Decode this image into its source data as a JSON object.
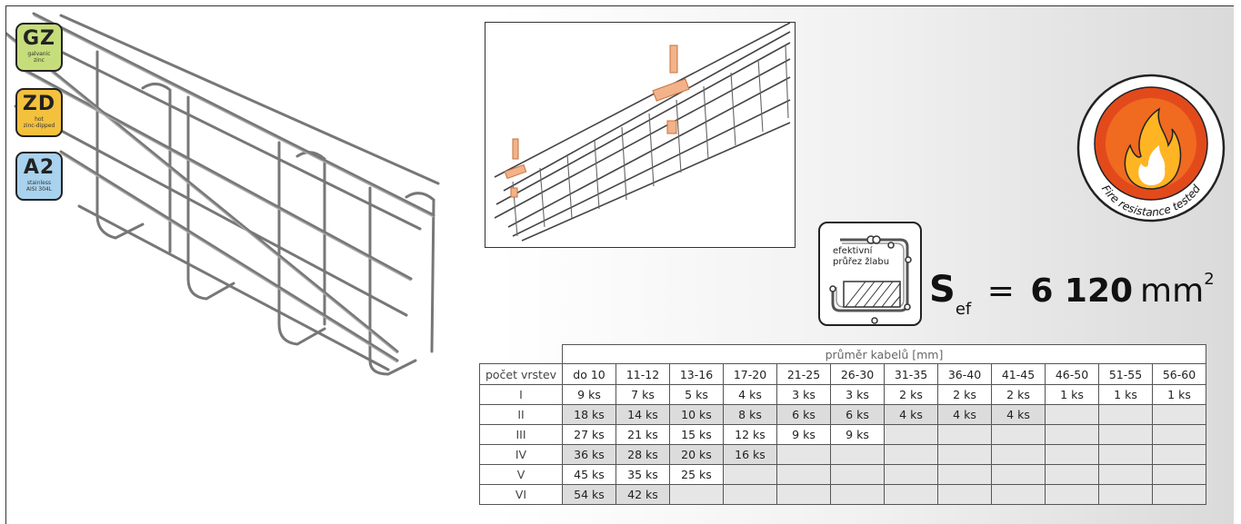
{
  "badges": [
    {
      "code": "GZ",
      "sub1": "galvanic",
      "sub2": "zinc",
      "color": "#c6dd7b"
    },
    {
      "code": "ZD",
      "sub1": "hot",
      "sub2": "zinc-dipped",
      "color": "#f4c13d"
    },
    {
      "code": "A2",
      "sub1": "stainless",
      "sub2": "AISI 304L",
      "color": "#a8d2ee"
    }
  ],
  "fire_badge": {
    "text": "Fire resistance tested",
    "ring": "#e24a1c"
  },
  "section_icon": {
    "line1": "efektivní",
    "line2": "průřez žlabu"
  },
  "sef": {
    "symbol": "S",
    "subscript": "ef",
    "equals": "=",
    "value": "6 120",
    "unit": "mm",
    "power": "2"
  },
  "table": {
    "title": "průměr kabelů [mm]",
    "layers_header": "počet vrstev",
    "columns": [
      "do 10",
      "11-12",
      "13-16",
      "17-20",
      "21-25",
      "26-30",
      "31-35",
      "36-40",
      "41-45",
      "46-50",
      "51-55",
      "56-60"
    ],
    "rows": [
      {
        "layer": "I",
        "cells": [
          "9 ks",
          "7 ks",
          "5 ks",
          "4 ks",
          "3 ks",
          "3 ks",
          "2 ks",
          "2 ks",
          "2 ks",
          "1 ks",
          "1 ks",
          "1 ks"
        ]
      },
      {
        "layer": "II",
        "cells": [
          "18 ks",
          "14 ks",
          "10 ks",
          "8 ks",
          "6 ks",
          "6 ks",
          "4 ks",
          "4 ks",
          "4 ks",
          "",
          "",
          ""
        ]
      },
      {
        "layer": "III",
        "cells": [
          "27 ks",
          "21 ks",
          "15 ks",
          "12 ks",
          "9 ks",
          "9 ks",
          "",
          "",
          "",
          "",
          "",
          ""
        ]
      },
      {
        "layer": "IV",
        "cells": [
          "36 ks",
          "28 ks",
          "20 ks",
          "16 ks",
          "",
          "",
          "",
          "",
          "",
          "",
          "",
          ""
        ]
      },
      {
        "layer": "V",
        "cells": [
          "45 ks",
          "35 ks",
          "25 ks",
          "",
          "",
          "",
          "",
          "",
          "",
          "",
          "",
          ""
        ]
      },
      {
        "layer": "VI",
        "cells": [
          "54 ks",
          "42 ks",
          "",
          "",
          "",
          "",
          "",
          "",
          "",
          "",
          "",
          ""
        ]
      }
    ]
  }
}
